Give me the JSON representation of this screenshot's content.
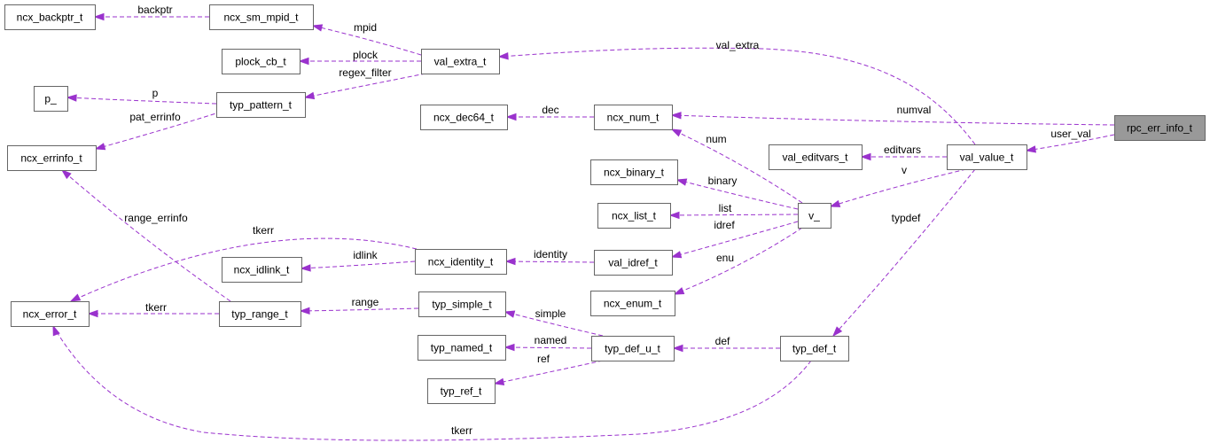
{
  "diagram": {
    "colors": {
      "edge": "#9a32cd",
      "node_border": "#666666",
      "node_fill": "#ffffff",
      "root_fill": "#999999"
    },
    "nodes": [
      {
        "id": "ncx_backptr_t",
        "label": "ncx_backptr_t"
      },
      {
        "id": "ncx_sm_mpid_t",
        "label": "ncx_sm_mpid_t"
      },
      {
        "id": "plock_cb_t",
        "label": "plock_cb_t"
      },
      {
        "id": "val_extra_t",
        "label": "val_extra_t"
      },
      {
        "id": "p_",
        "label": "p_"
      },
      {
        "id": "typ_pattern_t",
        "label": "typ_pattern_t"
      },
      {
        "id": "ncx_dec64_t",
        "label": "ncx_dec64_t"
      },
      {
        "id": "ncx_num_t",
        "label": "ncx_num_t"
      },
      {
        "id": "rpc_err_info_t",
        "label": "rpc_err_info_t",
        "root": true
      },
      {
        "id": "ncx_errinfo_t",
        "label": "ncx_errinfo_t"
      },
      {
        "id": "val_editvars_t",
        "label": "val_editvars_t"
      },
      {
        "id": "val_value_t",
        "label": "val_value_t"
      },
      {
        "id": "ncx_binary_t",
        "label": "ncx_binary_t"
      },
      {
        "id": "ncx_list_t",
        "label": "ncx_list_t"
      },
      {
        "id": "v_",
        "label": "v_"
      },
      {
        "id": "ncx_idlink_t",
        "label": "ncx_idlink_t"
      },
      {
        "id": "ncx_identity_t",
        "label": "ncx_identity_t"
      },
      {
        "id": "val_idref_t",
        "label": "val_idref_t"
      },
      {
        "id": "ncx_error_t",
        "label": "ncx_error_t"
      },
      {
        "id": "typ_range_t",
        "label": "typ_range_t"
      },
      {
        "id": "typ_simple_t",
        "label": "typ_simple_t"
      },
      {
        "id": "ncx_enum_t",
        "label": "ncx_enum_t"
      },
      {
        "id": "typ_named_t",
        "label": "typ_named_t"
      },
      {
        "id": "typ_def_u_t",
        "label": "typ_def_u_t"
      },
      {
        "id": "typ_def_t",
        "label": "typ_def_t"
      },
      {
        "id": "typ_ref_t",
        "label": "typ_ref_t"
      }
    ],
    "edges": [
      {
        "id": "backptr",
        "label": "backptr",
        "from": "ncx_sm_mpid_t",
        "to": "ncx_backptr_t"
      },
      {
        "id": "mpid",
        "label": "mpid",
        "from": "val_extra_t",
        "to": "ncx_sm_mpid_t"
      },
      {
        "id": "plock",
        "label": "plock",
        "from": "val_extra_t",
        "to": "plock_cb_t"
      },
      {
        "id": "regex_filter",
        "label": "regex_filter",
        "from": "val_extra_t",
        "to": "typ_pattern_t"
      },
      {
        "id": "p",
        "label": "p",
        "from": "typ_pattern_t",
        "to": "p_"
      },
      {
        "id": "pat_errinfo",
        "label": "pat_errinfo",
        "from": "typ_pattern_t",
        "to": "ncx_errinfo_t"
      },
      {
        "id": "val_extra",
        "label": "val_extra",
        "from": "val_value_t",
        "to": "val_extra_t"
      },
      {
        "id": "dec",
        "label": "dec",
        "from": "ncx_num_t",
        "to": "ncx_dec64_t"
      },
      {
        "id": "numval",
        "label": "numval",
        "from": "rpc_err_info_t",
        "to": "ncx_num_t"
      },
      {
        "id": "user_val",
        "label": "user_val",
        "from": "rpc_err_info_t",
        "to": "val_value_t"
      },
      {
        "id": "editvars",
        "label": "editvars",
        "from": "val_value_t",
        "to": "val_editvars_t"
      },
      {
        "id": "v",
        "label": "v",
        "from": "val_value_t",
        "to": "v_"
      },
      {
        "id": "num",
        "label": "num",
        "from": "v_",
        "to": "ncx_num_t"
      },
      {
        "id": "binary",
        "label": "binary",
        "from": "v_",
        "to": "ncx_binary_t"
      },
      {
        "id": "list",
        "label": "list",
        "from": "v_",
        "to": "ncx_list_t"
      },
      {
        "id": "idref",
        "label": "idref",
        "from": "v_",
        "to": "val_idref_t"
      },
      {
        "id": "enu",
        "label": "enu",
        "from": "v_",
        "to": "ncx_enum_t"
      },
      {
        "id": "range_errinfo",
        "label": "range_errinfo",
        "from": "typ_range_t",
        "to": "ncx_errinfo_t"
      },
      {
        "id": "tkerr_identity",
        "label": "tkerr",
        "from": "ncx_identity_t",
        "to": "ncx_error_t"
      },
      {
        "id": "idlink",
        "label": "idlink",
        "from": "ncx_identity_t",
        "to": "ncx_idlink_t"
      },
      {
        "id": "identity",
        "label": "identity",
        "from": "val_idref_t",
        "to": "ncx_identity_t"
      },
      {
        "id": "tkerr_range",
        "label": "tkerr",
        "from": "typ_range_t",
        "to": "ncx_error_t"
      },
      {
        "id": "range",
        "label": "range",
        "from": "typ_simple_t",
        "to": "typ_range_t"
      },
      {
        "id": "simple",
        "label": "simple",
        "from": "typ_def_u_t",
        "to": "typ_simple_t"
      },
      {
        "id": "named",
        "label": "named",
        "from": "typ_def_u_t",
        "to": "typ_named_t"
      },
      {
        "id": "ref",
        "label": "ref",
        "from": "typ_def_u_t",
        "to": "typ_ref_t"
      },
      {
        "id": "def",
        "label": "def",
        "from": "typ_def_t",
        "to": "typ_def_u_t"
      },
      {
        "id": "typdef",
        "label": "typdef",
        "from": "val_value_t",
        "to": "typ_def_t"
      },
      {
        "id": "tkerr_def",
        "label": "tkerr",
        "from": "typ_def_t",
        "to": "ncx_error_t"
      }
    ]
  }
}
